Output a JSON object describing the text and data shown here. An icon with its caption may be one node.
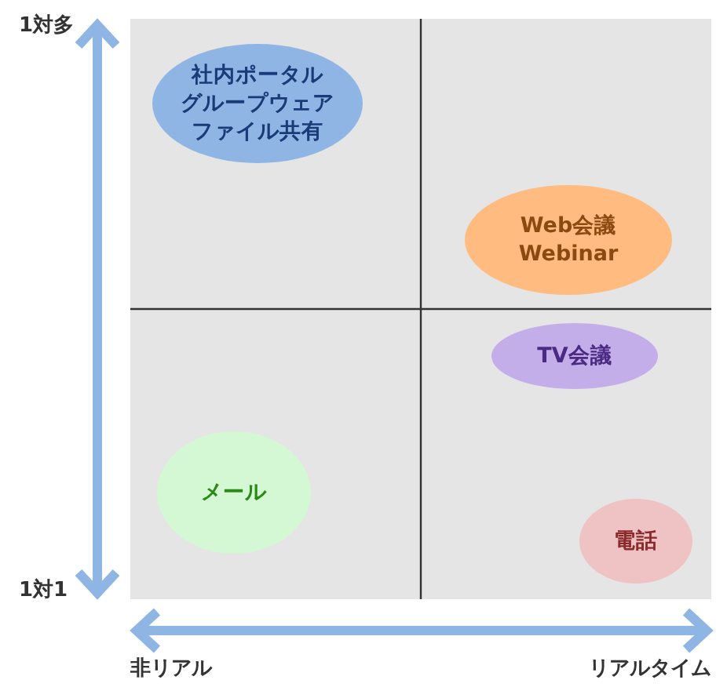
{
  "diagram": {
    "nodes": [
      {
        "text": [
          "社内ポータルグループウェアファイル共有"
        ]
      },
      {
        "text": [
          "Web会議 Webinar"
        ]
      },
      {
        "text": [
          "TV会議"
        ]
      },
      {
        "text": [
          "メール"
        ]
      },
      {
        "text": [
          "電話"
        ]
      }
    ],
    "edges": [],
    "labels": [
      "1対多",
      "1対1",
      "非リアル",
      "リアルタイム"
    ]
  }
}
